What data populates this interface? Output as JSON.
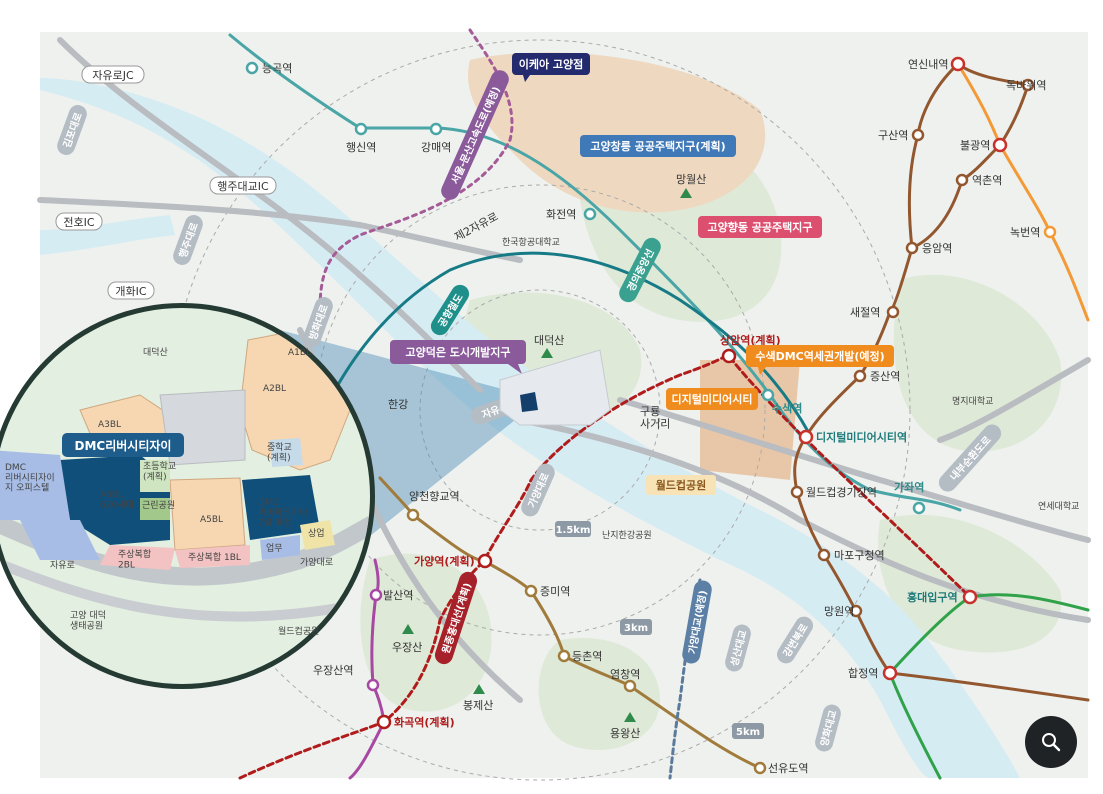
{
  "colors": {
    "river": "#d6ecf3",
    "land": "#eef1ee",
    "green": "#dfe9d8",
    "ring": "#aaaaaa",
    "line_teal": "#4aa5a6",
    "line_brown": "#93572f",
    "line_orange": "#f39a37",
    "line_purple": "#a748a3",
    "line_olive": "#a07b3b",
    "line_planned": "#b01c1c",
    "line_green": "#2fa24a",
    "line_darkteal": "#167b86",
    "tag_navy": "#232a6e",
    "tag_blue": "#3f79b8",
    "tag_pink": "#dc4f6e",
    "tag_orange": "#f08b1d",
    "tag_purple": "#8a5a9b",
    "tag_green": "#2f8b4b",
    "magnifier_bg": "#1f2326"
  },
  "callouts": {
    "ikea": "이케아 고양점",
    "changneung": "고양창릉 공공주택지구(계획)",
    "hyangdong": "고양향동 공공주택지구",
    "deogeun": "고양덕은 도시개발지구",
    "susaek": "수색DMC역세권개발(예정)",
    "digital": "디지털미디어시티",
    "worldcup_park": "월드컵공원",
    "dmc_riverxi": "DMC리버시티자이"
  },
  "roads": {
    "seoul_munsan": "서울-문산고속도로(예정)",
    "airport_rail": "공항철도",
    "gyeongui": "경의중앙선",
    "jayu": "자유로",
    "gayang_daero": "가양대로",
    "gangbyeon": "강변북로",
    "naebu": "내부순환도로",
    "second_jayu": "제2자유로",
    "haengju_daero": "행주대로",
    "bangsan": "방화대로",
    "gimpo_daero": "김포대로",
    "wonjong_hongdae": "원종홍대선(계획)",
    "seongsan_daero": "성산대교",
    "yanghwa": "양화대교",
    "gayang_bridge": "가양대교(예정)"
  },
  "ic_labels": [
    "자유로JC",
    "행주대교IC",
    "전호IC",
    "개화IC"
  ],
  "ring_labels": [
    "1.5km",
    "3km",
    "5km"
  ],
  "stations": [
    "능곡역",
    "행신역",
    "강매역",
    "화전역",
    "상암역(계획)",
    "수색역",
    "디지털미디어시티역",
    "가좌역",
    "홍대입구역",
    "합정역",
    "망원역",
    "마포구청역",
    "월드컵경기장역",
    "증산역",
    "새절역",
    "응암역",
    "구산역",
    "역촌역",
    "불광역",
    "독바위역",
    "연신내역",
    "녹번역",
    "양천향교역",
    "가양역(계획)",
    "증미역",
    "등촌역",
    "염창역",
    "발산역",
    "우장산역",
    "화곡역(계획)",
    "선유도역"
  ],
  "places": {
    "mangwolsan": "망월산",
    "korea_aero_univ": "한국항공대학교",
    "daedeoksan": "대덕산",
    "hangang": "한강",
    "gurong": "구룡\n사거리",
    "nanji": "난지한강공원",
    "myongji": "명지대학교",
    "yonsei": "연세대학교",
    "ujangsan": "우장산",
    "bongjesan": "봉제산",
    "yongwangsan": "용왕산"
  },
  "inset": {
    "title": "DMC리버시티자이",
    "blocks": [
      "A1BL",
      "A2BL",
      "A3BL",
      "A5BL",
      "A6BL\n620세대",
      "주상복합 1BL",
      "주상복합\n2BL"
    ],
    "labels": [
      "대덕산",
      "초등학교\n(계획)",
      "중학교\n(계획)",
      "근린공원",
      "DMC\n리버파크자이\n7월 예정",
      "DMC\n리버시티자이\n지 오피스텔",
      "자유로",
      "가양대로",
      "업무",
      "상업",
      "고양 대덕\n생태공원",
      "월드컵공원"
    ]
  },
  "search": {
    "icon": "magnifier-icon"
  }
}
